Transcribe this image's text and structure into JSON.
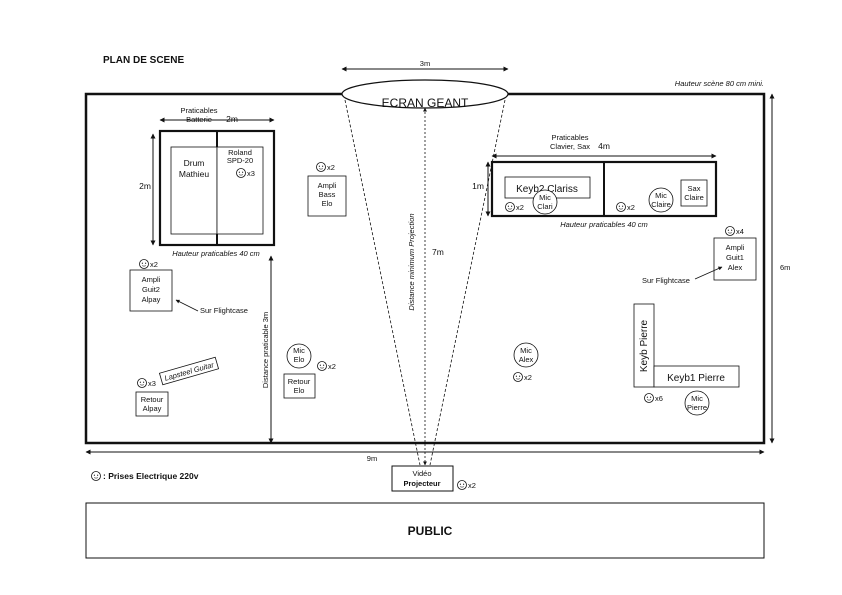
{
  "title": "PLAN DE SCENE",
  "stage": {
    "height_note": "Hauteur scène 80 cm mini.",
    "width_label": "9m",
    "depth_label": "6m",
    "public_label": "PUBLIC",
    "legend": ": Prises Electrique 220v"
  },
  "screen": {
    "label": "ECRAN GEANT",
    "width_label": "3m"
  },
  "projection": {
    "label": "Distance minimum Projection",
    "distance_label": "7m"
  },
  "projector": {
    "line1": "Vidéo",
    "line2": "Projecteur",
    "outlets": "x2"
  },
  "drums": {
    "risers_label1": "Praticables",
    "risers_label2": "Batterie",
    "width_label": "2m",
    "depth_label": "2m",
    "height_note": "Hauteur praticables 40 cm",
    "drum_line1": "Drum",
    "drum_line2": "Mathieu",
    "pad_line1": "Roland",
    "pad_line2": "SPD-20",
    "pad_outlets": "x3"
  },
  "keys_risers": {
    "label1": "Praticables",
    "label2": "Clavier, Sax",
    "width_label": "4m",
    "depth_label": "1m",
    "height_note": "Hauteur praticables 40 cm"
  },
  "keyb2": {
    "label": "Keyb2 Clariss",
    "outlets": "x2"
  },
  "mic_clari": {
    "line1": "Mic",
    "line2": "Clari"
  },
  "mic_claire": {
    "line1": "Mic",
    "line2": "Claire",
    "outlets": "x2"
  },
  "sax": {
    "line1": "Sax",
    "line2": "Claire"
  },
  "ampli_bass": {
    "line1": "Ampli",
    "line2": "Bass",
    "line3": "Elo",
    "outlets": "x2"
  },
  "ampli_guit1": {
    "line1": "Ampli",
    "line2": "Guit1",
    "line3": "Alex",
    "outlets": "x4"
  },
  "ampli_guit2": {
    "line1": "Ampli",
    "line2": "Guit2",
    "line3": "Alpay",
    "outlets": "x2"
  },
  "flightcase_left": "Sur Flightcase",
  "flightcase_right": "Sur Flightcase",
  "lapsteel": "Lapsteel Guitar",
  "retour_alpay": {
    "line1": "Retour",
    "line2": "Alpay",
    "outlets": "x3"
  },
  "retour_elo": {
    "line1": "Retour",
    "line2": "Elo",
    "outlets": "x2"
  },
  "mic_elo": {
    "line1": "Mic",
    "line2": "Elo"
  },
  "front_distance": "Distance praticable 3m",
  "mic_alex": {
    "line1": "Mic",
    "line2": "Alex",
    "outlets": "x2"
  },
  "keyb_pierre": "Keyb Pierre",
  "keyb1_pierre": "Keyb1 Pierre",
  "mic_pierre": {
    "line1": "Mic",
    "line2": "Pierre",
    "outlets": "x6"
  }
}
